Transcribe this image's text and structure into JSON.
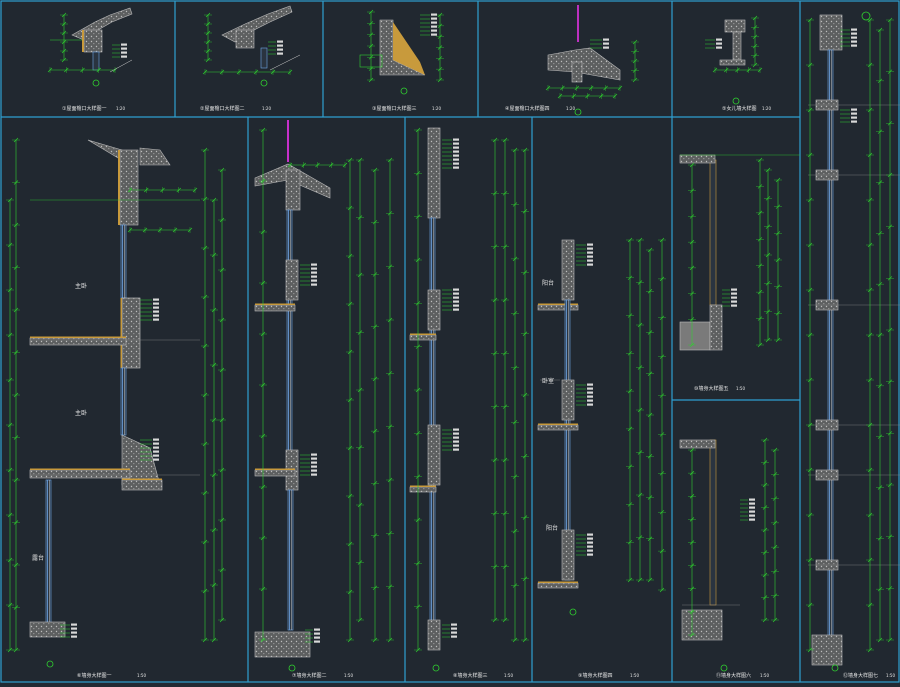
{
  "colors": {
    "background": "#212830",
    "frame": "#2f9fd0",
    "dimension": "#2fd12f",
    "concrete": "#9a9a9a",
    "insulation": "#c89a3c",
    "glass": "#6fa6e6",
    "marker": "#ff33ff",
    "title": "#e8e8e8"
  },
  "top_details": [
    {
      "title": "①屋面檐口大样图一",
      "scale": "1:20"
    },
    {
      "title": "②屋面檐口大样图二",
      "scale": "1:20"
    },
    {
      "title": "③屋面檐口大样图三",
      "scale": "1:20"
    },
    {
      "title": "④屋面檐口大样图四",
      "scale": "1:20"
    },
    {
      "title": "⑤女儿墙大样图",
      "scale": "1:20"
    }
  ],
  "wall_sections": [
    {
      "title": "⑥墙身大样图一",
      "scale": "1:50",
      "labels": [
        "主卧",
        "主卧",
        "露台"
      ]
    },
    {
      "title": "⑦墙身大样图二",
      "scale": "1:50",
      "labels": []
    },
    {
      "title": "⑧墙身大样图三",
      "scale": "1:50",
      "labels": []
    },
    {
      "title": "⑨墙身大样图四",
      "scale": "1:50",
      "labels": [
        "阳台",
        "卧室",
        "阳台"
      ]
    },
    {
      "title": "⑩墙身大样图五",
      "scale": "1:50",
      "labels": []
    },
    {
      "title": "⑪墙身大样图六",
      "scale": "1:50",
      "labels": []
    },
    {
      "title": "⑫墙身大样图七",
      "scale": "1:50",
      "labels": []
    }
  ]
}
